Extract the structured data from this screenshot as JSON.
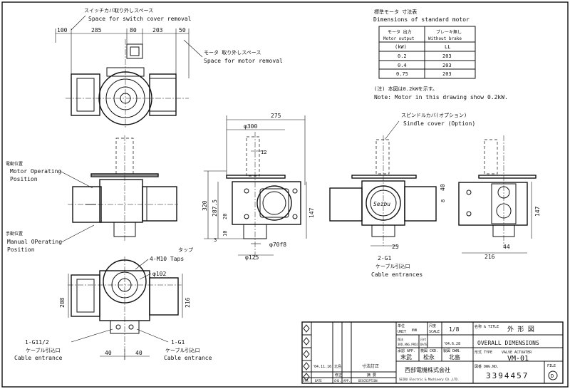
{
  "top_view": {
    "switch_cover_jp": "スイッチカバ取り外しスペース",
    "switch_cover_en": "Space for switch cover removal",
    "motor_jp": "モータ 取り外しスペース",
    "motor_en": "Space for motor removal",
    "dims": [
      "100",
      "285",
      "80",
      "203",
      "50"
    ]
  },
  "motor_table": {
    "title_jp": "標準モータ 寸法表",
    "title_en": "Dimensions of standard motor",
    "header_col1_jp": "モータ 出力",
    "header_col1_en": "Motor output",
    "header_col2_jp": "ブレーキ無し",
    "header_col2_en": "Without brake",
    "unit_col1": "(kW)",
    "unit_col2": "LL",
    "rows": [
      [
        "0.2",
        "203"
      ],
      [
        "0.4",
        "203"
      ],
      [
        "0.75",
        "203"
      ]
    ]
  },
  "note": {
    "jp": "(注) 本図は0.2kWを示す。",
    "en": "Note: Motor in this drawing show 0.2kW."
  },
  "left_labels": {
    "motor_op_jp": "電動位置",
    "motor_op_en1": "Motor Operating",
    "motor_op_en2": "Position",
    "manual_op_jp": "手動位置",
    "manual_op_en1": "Manual OPerating",
    "manual_op_en2": "Position"
  },
  "center_view": {
    "dim_275": "275",
    "dim_phi300": "φ300",
    "dim_12": "12",
    "dim_320": "320",
    "dim_2875": "287.5",
    "dim_20": "20",
    "dim_10": "10",
    "dim_3": "3",
    "dim_147": "147",
    "dim_phi125": "φ125",
    "dim_phi70f8": "φ70f8"
  },
  "right_view": {
    "spindle_jp": "スピンドルカバ(オプション)",
    "spindle_en": "Sindle cover (Option)",
    "dim_40": "40",
    "dim_8": "8",
    "dim_25": "25",
    "dim_2g1": "2-G1",
    "cable_jp": "ケーブル引込口",
    "cable_en": "Cable entrances",
    "dim_147": "147",
    "dim_216": "216",
    "dim_44": "44"
  },
  "bottom_view": {
    "taps_jp": "タップ",
    "taps_en": "4-M10 Taps",
    "dim_phi102": "φ102",
    "dim_208": "208",
    "dim_216": "216",
    "left_label": "1-G11/2",
    "left_jp": "ケーブル引込口",
    "left_en": "Cable entrance",
    "right_label": "1-G1",
    "right_jp": "ケーブル引込口",
    "right_en": "Cable entrance",
    "dim_40a": "40",
    "dim_40b": "40"
  },
  "title_block": {
    "unit_jp": "単位",
    "unit": "UNIT",
    "unit_val": "mm",
    "scale_jp": "尺度",
    "scale": "SCALE",
    "scale_val": "1/8",
    "title_jp": "名称 & TITLE",
    "title_jp_val": "外 形 図",
    "title_en_val": "OVERALL DIMENSIONS",
    "proj_jp": "角法",
    "proj": "3RD.ANG.PROJ.",
    "date_jp": "日付",
    "date": "DATE",
    "date_val": "'04.6.28",
    "type_jp": "形式 TYPE",
    "type_val": "VALVE ACTUATER",
    "app_jp": "承認 APP.",
    "ckd_jp": "検図 CKD.",
    "dwn_jp": "製図 DWN.",
    "app_name": "末武",
    "ckd_name": "松永",
    "dwn_name": "北島",
    "model": "VM-01",
    "company_jp": "西部電機株式会社",
    "company_en": "SEIBU Electric & Machinery CO.,LTD.",
    "dwg_jp": "図番 DWG.NO.",
    "dwg_no": "3394457",
    "file_label": "FILE",
    "file_val": "D",
    "rev_date": "'04.11.16",
    "rev_note": "寸法訂正",
    "rev_by": "北島",
    "sym": "SYM.",
    "date_col": "DATE",
    "chg": "CHG.",
    "app_col": "APP.",
    "desc": "DESCRIPTION",
    "by_jp": "修正",
    "desc_jp": "摘 要"
  }
}
